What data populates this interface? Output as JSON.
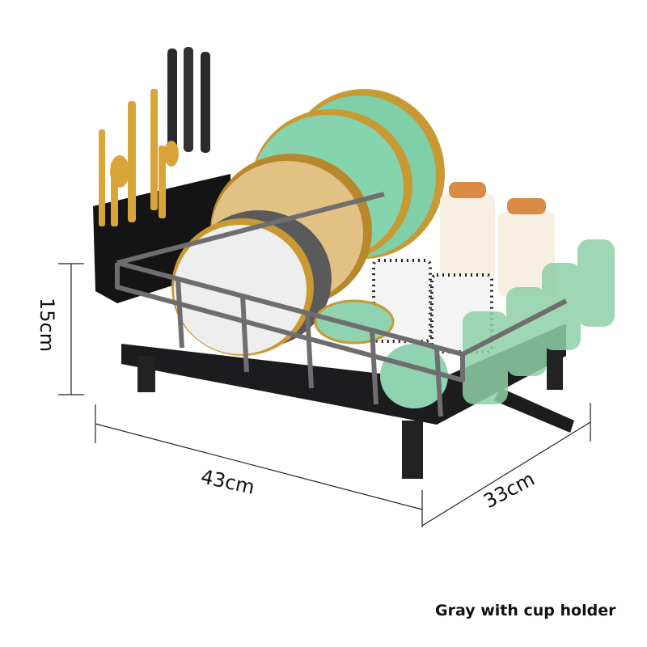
{
  "product": {
    "caption": "Gray with cup holder",
    "dimensions": {
      "height": "15cm",
      "width": "43cm",
      "depth": "33cm"
    }
  },
  "colors": {
    "frame": "#6e6e70",
    "base": "#1c1c1e",
    "plate_green": "#7fcfa8",
    "plate_gold": "#d6a84a",
    "cup_glass": "#8fcfa6"
  }
}
